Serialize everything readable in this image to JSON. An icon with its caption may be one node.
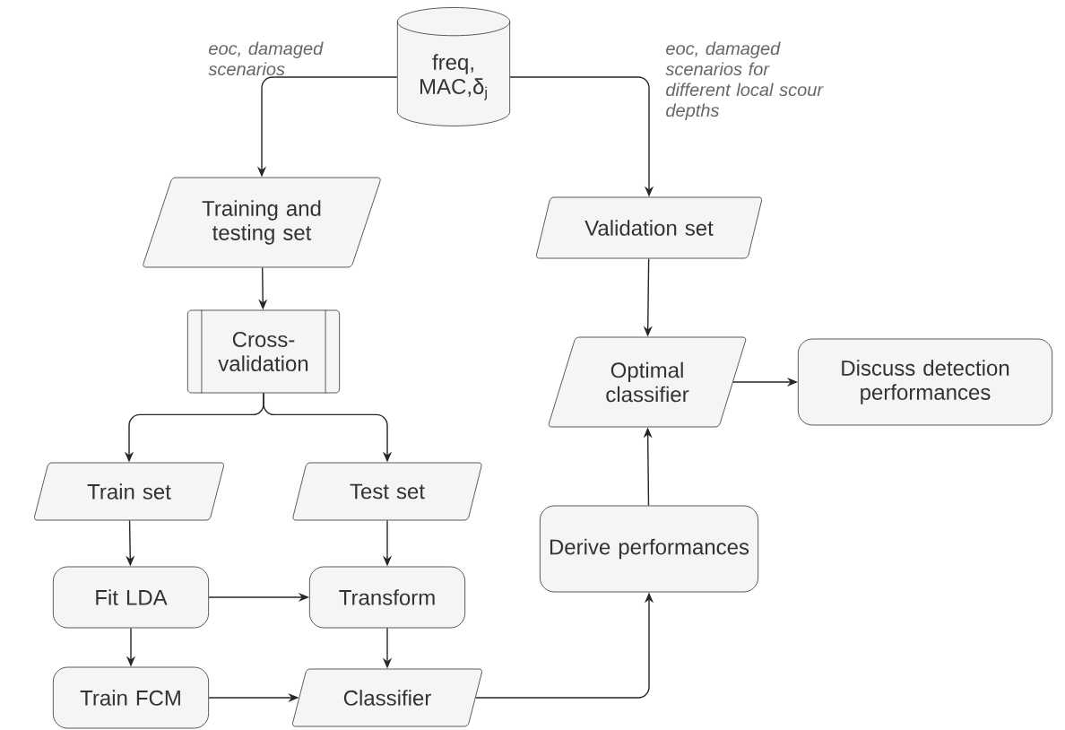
{
  "diagram": {
    "nodes": [
      {
        "text": [
          "freq, MAC,δ$_{j}$"
        ]
      },
      {
        "text": [
          "Training and testing set"
        ]
      },
      {
        "text": [
          "Cross-validation"
        ]
      },
      {
        "text": [
          "Train set"
        ]
      },
      {
        "text": [
          "Test set"
        ]
      },
      {
        "text": [
          "Fit LDA"
        ]
      },
      {
        "text": [
          "Transform"
        ]
      },
      {
        "text": [
          "Train FCM"
        ]
      },
      {
        "text": [
          "Classifier"
        ]
      },
      {
        "text": [
          "Validation set"
        ]
      },
      {
        "text": [
          "Optimal classifier"
        ]
      },
      {
        "text": [
          "Discuss detection performances"
        ]
      },
      {
        "text": [
          "Derive performances"
        ]
      }
    ],
    "edges": [
      {
        "from": 0,
        "to": 1,
        "arrow": "to",
        "label": "eoc, damaged scenarios"
      },
      {
        "from": 0,
        "to": 9,
        "arrow": "to",
        "label": "eoc, damaged scenarios for different local scour depths"
      },
      {
        "from": 1,
        "to": 2,
        "arrow": "to"
      },
      {
        "from": 2,
        "to": 3,
        "arrow": "to"
      },
      {
        "from": 2,
        "to": 4,
        "arrow": "to"
      },
      {
        "from": 3,
        "to": 5,
        "arrow": "to"
      },
      {
        "from": 4,
        "to": 6,
        "arrow": "to"
      },
      {
        "from": 5,
        "to": 6,
        "arrow": "to"
      },
      {
        "from": 5,
        "to": 7,
        "arrow": "to"
      },
      {
        "from": 6,
        "to": 8,
        "arrow": "to"
      },
      {
        "from": 7,
        "to": 8,
        "arrow": "to"
      },
      {
        "from": 8,
        "to": 12,
        "arrow": "to"
      },
      {
        "from": 12,
        "to": 10,
        "arrow": "to"
      },
      {
        "from": 9,
        "to": 10,
        "arrow": "to"
      },
      {
        "from": 10,
        "to": 11,
        "arrow": "to"
      }
    ]
  }
}
